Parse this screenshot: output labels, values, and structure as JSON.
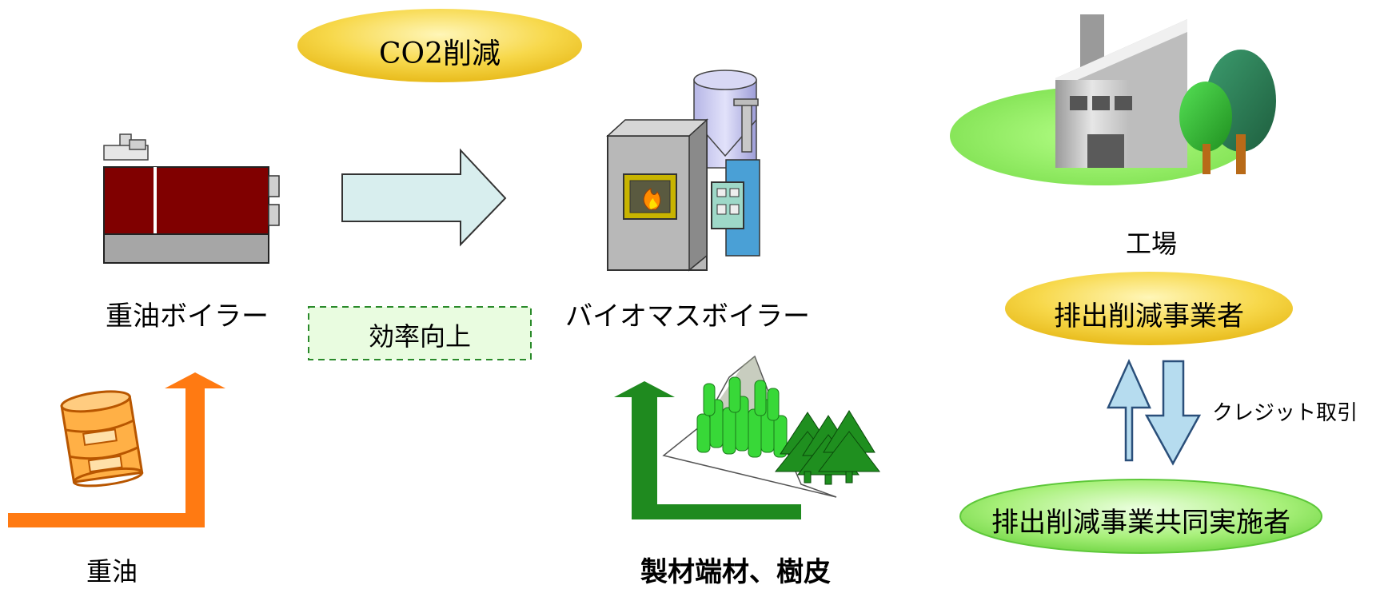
{
  "labels": {
    "co2_reduction": "CO2削減",
    "heavy_oil_boiler": "重油ボイラー",
    "efficiency_improvement": "効率向上",
    "biomass_boiler": "バイオマスボイラー",
    "heavy_oil": "重油",
    "lumber_scraps_bark": "製材端材、樹皮",
    "factory": "工場",
    "emission_reducer": "排出削減事業者",
    "credit_trading": "クレジット取引",
    "joint_implementer": "排出削減事業共同実施者"
  },
  "colors": {
    "yellow_ellipse": "#f7d84a",
    "green_ellipse": "#8ee65a",
    "arrow_cyan": "#d8eeee",
    "oil_orange": "#ff7a12",
    "wood_green": "#1f8a1f",
    "boiler_red": "#800000",
    "credit_arrow": "#b6dcef"
  }
}
